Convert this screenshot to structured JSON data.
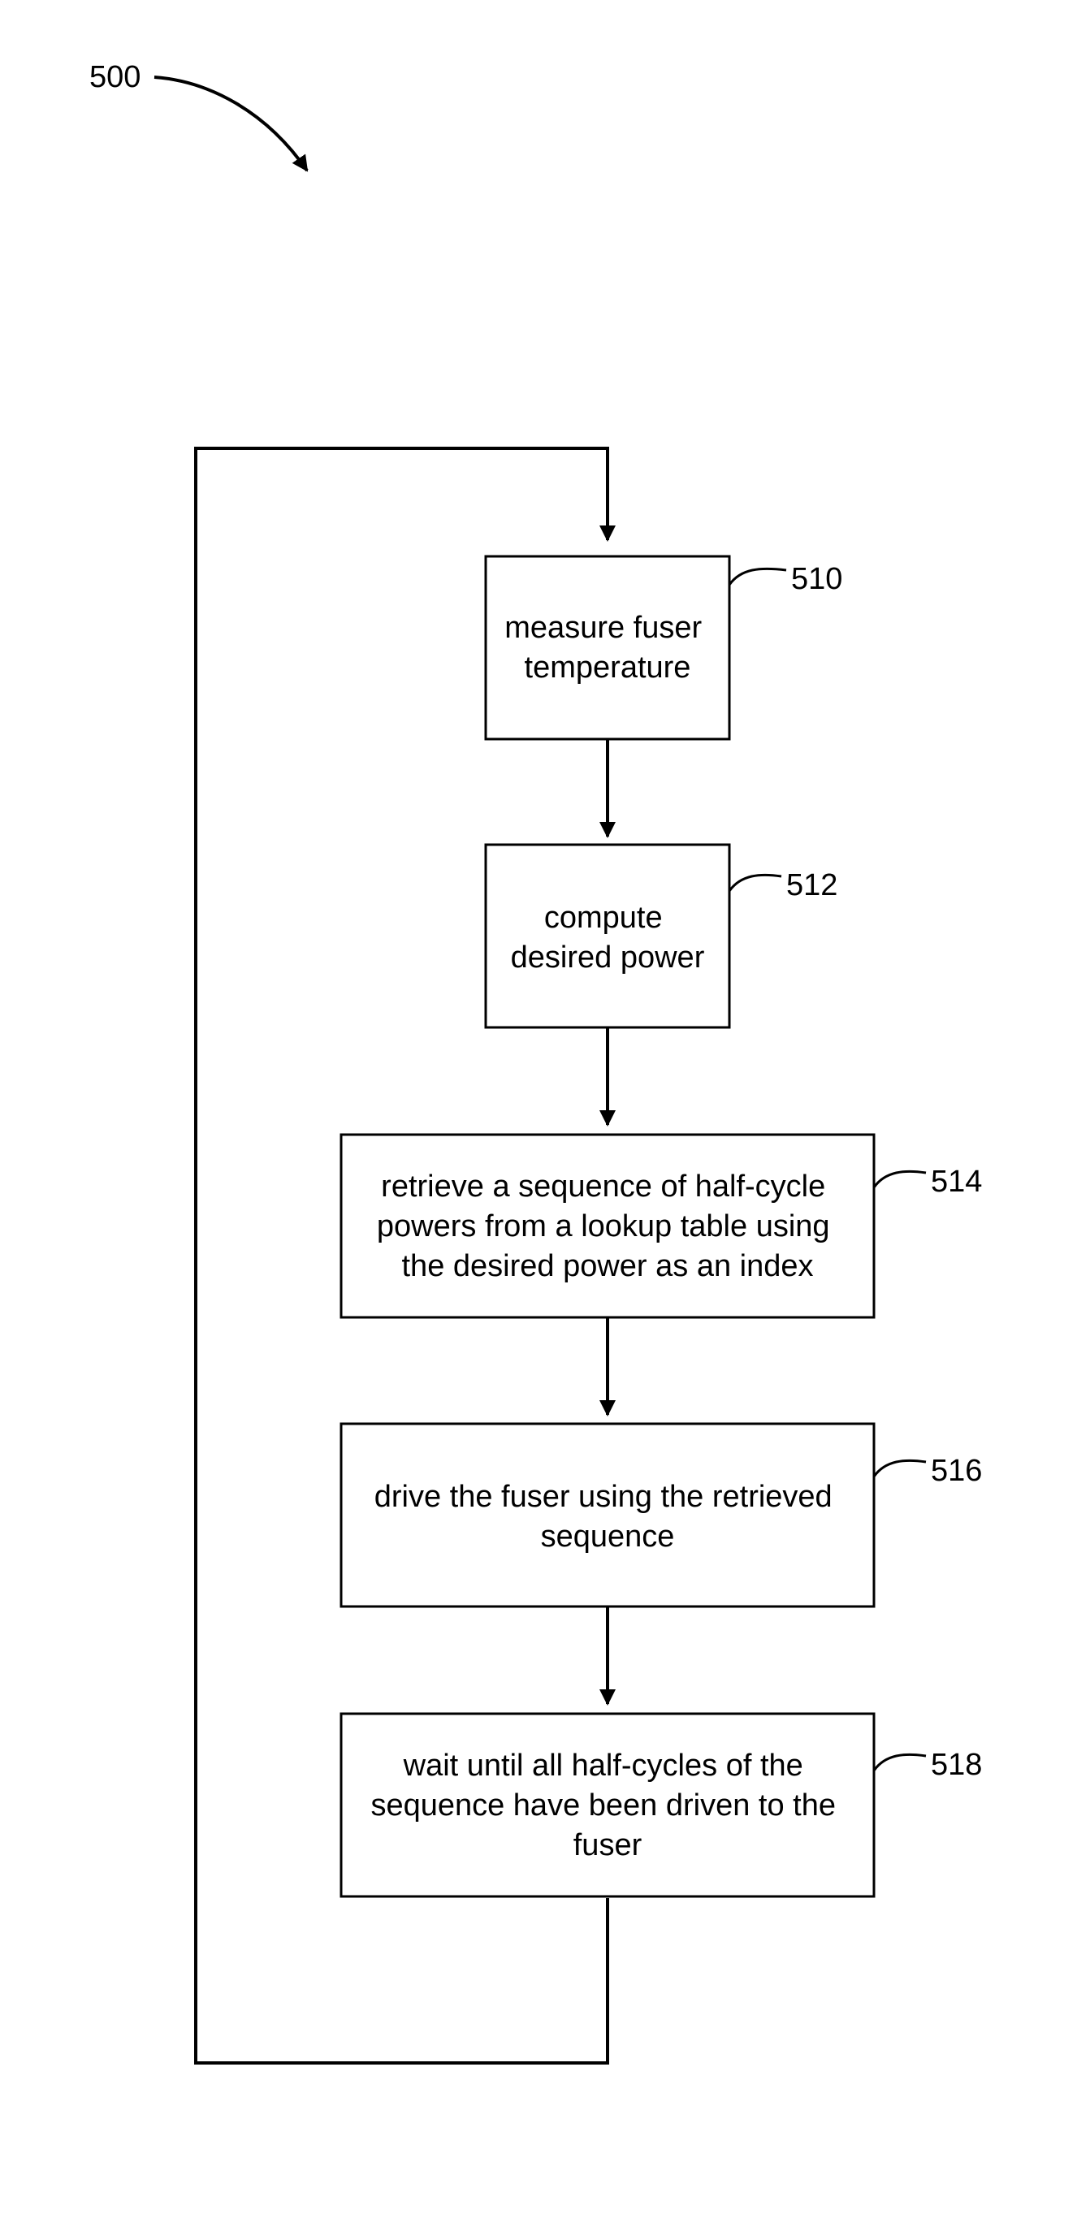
{
  "figure_label": "500",
  "steps": [
    {
      "ref": "510",
      "lines": [
        "measure fuser",
        "temperature"
      ]
    },
    {
      "ref": "512",
      "lines": [
        "compute",
        "desired power"
      ]
    },
    {
      "ref": "514",
      "lines": [
        "retrieve a sequence of half-cycle",
        "powers from a lookup table using",
        "the desired power as an index"
      ]
    },
    {
      "ref": "516",
      "lines": [
        "drive the fuser using the retrieved",
        "sequence"
      ]
    },
    {
      "ref": "518",
      "lines": [
        "wait until all half-cycles of the",
        "sequence have been driven to the",
        "fuser"
      ]
    }
  ]
}
